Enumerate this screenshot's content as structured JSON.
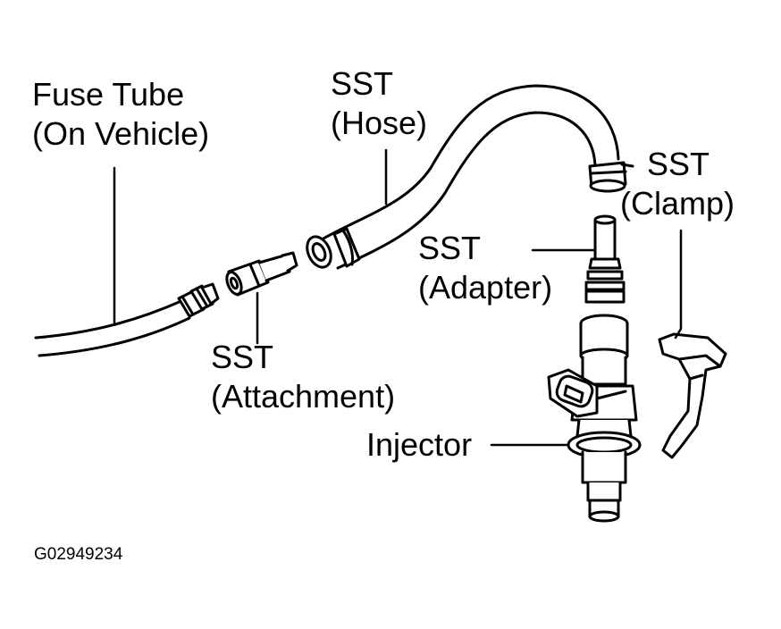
{
  "labels": {
    "fuse_tube": {
      "line1": "Fuse Tube",
      "line2": "(On Vehicle)"
    },
    "sst_hose": {
      "line1": "SST",
      "line2": "(Hose)"
    },
    "sst_clamp": {
      "line1": "SST",
      "line2": "(Clamp)"
    },
    "sst_adapter": {
      "line1": "SST",
      "line2": "(Adapter)"
    },
    "sst_attachment": {
      "line1": "SST",
      "line2": "(Attachment)"
    },
    "injector": "Injector"
  },
  "figure_code": "G02949234",
  "colors": {
    "ink": "#000000",
    "paper": "#ffffff"
  }
}
